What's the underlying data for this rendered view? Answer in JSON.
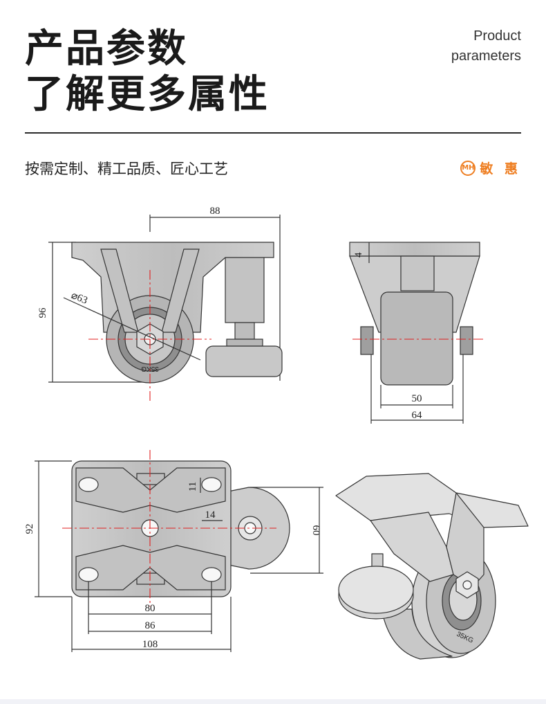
{
  "header": {
    "title_line1": "产品参数",
    "title_line2": "了解更多属性",
    "en_line1": "Product",
    "en_line2": "parameters"
  },
  "tagline": "按需定制、精工品质、匠心工艺",
  "brand": {
    "name": "敏 惠",
    "logo_glyph": "MH",
    "color": "#ee7d20"
  },
  "drawings": {
    "front_view": {
      "width_label": "88",
      "height_label": "96",
      "wheel_diameter_label": "⌀63",
      "wheel_mark": "35KG"
    },
    "side_view": {
      "top_label": "4",
      "wheel_width_label": "50",
      "overall_width_label": "64"
    },
    "top_view": {
      "left_label": "92",
      "slot_height_label": "11",
      "slot_offset_label": "14",
      "right_label": "60",
      "hole_spacing_label": "80",
      "mid_width_label": "86",
      "overall_width_label": "108"
    },
    "iso_view": {
      "wheel_mark": "35KG"
    }
  }
}
